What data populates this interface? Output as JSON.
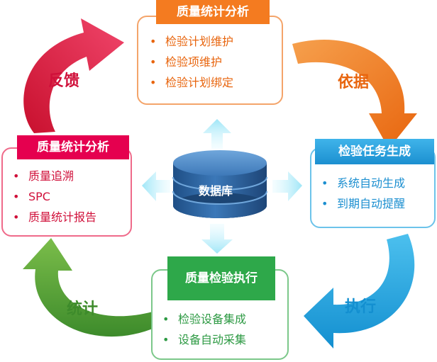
{
  "center": {
    "label": "数据库"
  },
  "top_card": {
    "title": "质量统计分析",
    "items": [
      "检验计划维护",
      "检验项维护",
      "检验计划绑定"
    ],
    "color": "#f47b20"
  },
  "right_card": {
    "title": "检验任务生成",
    "items": [
      "系统自动生成",
      "到期自动提醒"
    ],
    "color": "#1c9ad6"
  },
  "bottom_card": {
    "title": "质量检验执行",
    "items": [
      "检验设备集成",
      "设备自动采集"
    ],
    "color": "#2ea84a"
  },
  "left_card": {
    "title": "质量统计分析",
    "items": [
      "质量追溯",
      "SPC",
      "质量统计报告"
    ],
    "color": "#e5004f"
  },
  "cycle_labels": {
    "feedback": "反馈",
    "basis": "依据",
    "execute": "执行",
    "statistics": "统计"
  },
  "bullet": "•"
}
